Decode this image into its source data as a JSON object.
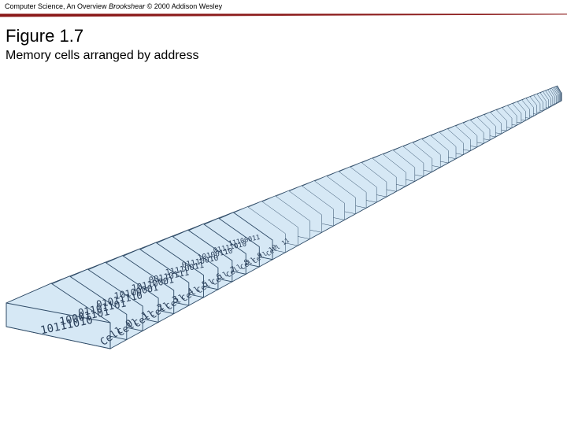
{
  "header": {
    "prefix": "Computer Science, An Overview ",
    "title": "Brookshear",
    "suffix": " © 2000 Addison Wesley"
  },
  "slide": {
    "title": "Figure 1.7",
    "caption": "Memory cells arranged by address"
  },
  "figure": {
    "cells": [
      {
        "label": "Cell 0",
        "content": "10111010"
      },
      {
        "label": "Cell 1",
        "content": "10001101"
      },
      {
        "label": "Cell 2",
        "content": "01101101"
      },
      {
        "label": "Cell 3",
        "content": "01011110"
      },
      {
        "label": "Cell 4",
        "content": "10100001"
      },
      {
        "label": "Cell 5",
        "content": "10110001"
      },
      {
        "label": "Cell 6",
        "content": "00110111"
      },
      {
        "label": "Cell 7",
        "content": "11110011"
      },
      {
        "label": "Cell 8",
        "content": "01110010"
      },
      {
        "label": "Cell 9",
        "content": "10100110"
      },
      {
        "label": "Cell 10",
        "content": "01111010"
      },
      {
        "label": "Cell 11",
        "content": "11100011"
      }
    ],
    "fill_color": "#d6e8f5",
    "edge_color": "#2e4a66",
    "accent_color": "#8b1a1a"
  }
}
